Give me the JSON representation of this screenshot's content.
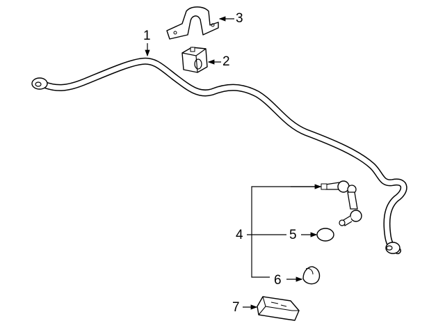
{
  "diagram": {
    "callouts": [
      {
        "number": "1",
        "part": "stabilizer-bar"
      },
      {
        "number": "2",
        "part": "bushing"
      },
      {
        "number": "3",
        "part": "bracket"
      },
      {
        "number": "4",
        "part": "link-kit"
      },
      {
        "number": "5",
        "part": "cap"
      },
      {
        "number": "6",
        "part": "boot"
      },
      {
        "number": "7",
        "part": "shield"
      }
    ]
  }
}
